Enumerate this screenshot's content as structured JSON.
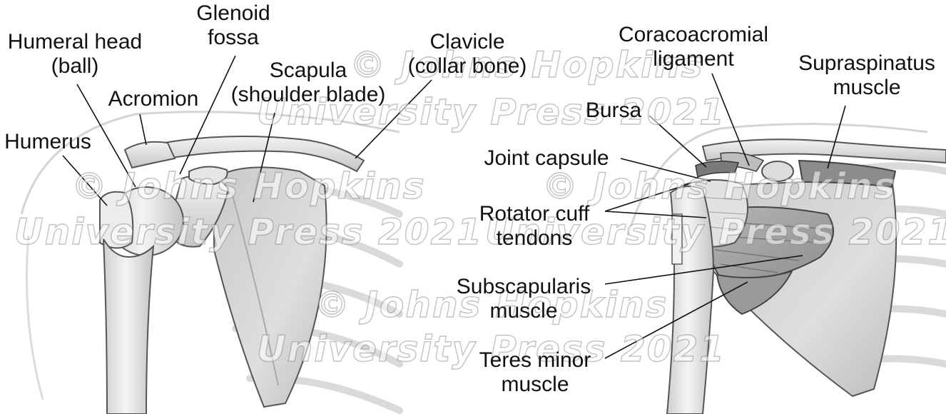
{
  "left_panel": {
    "labels": {
      "humeral_head": [
        "Humeral head",
        "(ball)"
      ],
      "glenoid_fossa": [
        "Glenoid",
        "fossa"
      ],
      "clavicle": [
        "Clavicle",
        "(collar bone)"
      ],
      "scapula": [
        "Scapula",
        "(shoulder blade)"
      ],
      "acromion": [
        "Acromion"
      ],
      "humerus": [
        "Humerus"
      ]
    }
  },
  "right_panel": {
    "labels": {
      "coracoacromial_ligament": [
        "Coracoacromial",
        "ligament"
      ],
      "supraspinatus": [
        "Supraspinatus",
        "muscle"
      ],
      "bursa": [
        "Bursa"
      ],
      "joint_capsule": [
        "Joint capsule"
      ],
      "rotator_cuff": [
        "Rotator cuff",
        "tendons"
      ],
      "subscapularis": [
        "Subscapularis",
        "muscle"
      ],
      "teres_minor": [
        "Teres minor",
        "muscle"
      ]
    }
  },
  "watermark": {
    "line1": "© Johns Hopkins",
    "line2": "University Press 2021"
  }
}
